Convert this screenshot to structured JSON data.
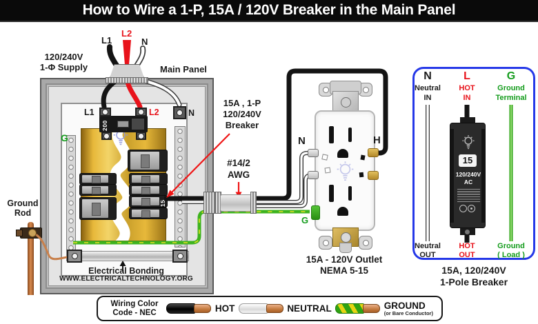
{
  "title": "How to Wire a 1-P, 15A / 120V Breaker in the Main Panel",
  "supply": {
    "line1": "120/240V",
    "line2": "1-Φ Supply",
    "l1": "L1",
    "l2": "L2",
    "n": "N"
  },
  "panel": {
    "label": "Main Panel",
    "l1": "L1",
    "l2": "L2",
    "n": "N",
    "g": "G",
    "main_breaker": "200",
    "branch_breaker": "15",
    "bonding": "Electrical Bonding",
    "website": "WWW.ELECTRICALTECHNOLOGY.ORG"
  },
  "ground_rod": {
    "line1": "Ground",
    "line2": "Rod"
  },
  "callouts": {
    "breaker_l1": "15A , 1-P",
    "breaker_l2": "120/240V",
    "breaker_l3": "Breaker",
    "awg_l1": "#14/2",
    "awg_l2": "AWG"
  },
  "outlet": {
    "n": "N",
    "h": "H",
    "g": "G",
    "caption1": "15A - 120V Outlet",
    "caption2": "NEMA 5-15"
  },
  "detail": {
    "neutral": {
      "letter": "N",
      "in1": "Neutral",
      "in2": "IN",
      "out1": "Neutral",
      "out2": "OUT"
    },
    "hot": {
      "letter": "L",
      "in1": "HOT",
      "in2": "IN",
      "out1": "HOT",
      "out2": "OUT"
    },
    "ground": {
      "letter": "G",
      "in1": "Ground",
      "in2": "Terminal",
      "out1": "Ground",
      "out2": "( Load )"
    },
    "breaker": {
      "rating": "15",
      "voltage": "120/240V",
      "ac": "AC"
    },
    "caption1": "15A, 120/240V",
    "caption2": "1-Pole Breaker"
  },
  "legend": {
    "title1": "Wiring Color",
    "title2": "Code - NEC",
    "hot": "HOT",
    "neutral": "NEUTRAL",
    "ground": "GROUND",
    "ground_sub": "(or Bare Conductor)"
  },
  "colors": {
    "title_bg": "#0a0a0a",
    "accent_red": "#e8131b",
    "accent_green": "#149c1c",
    "box_blue": "#2538e8",
    "bus_gold": "#ddaa33",
    "wire_green": "#3db31e",
    "wire_yellow": "#e8e020",
    "copper": "#c8804b"
  }
}
